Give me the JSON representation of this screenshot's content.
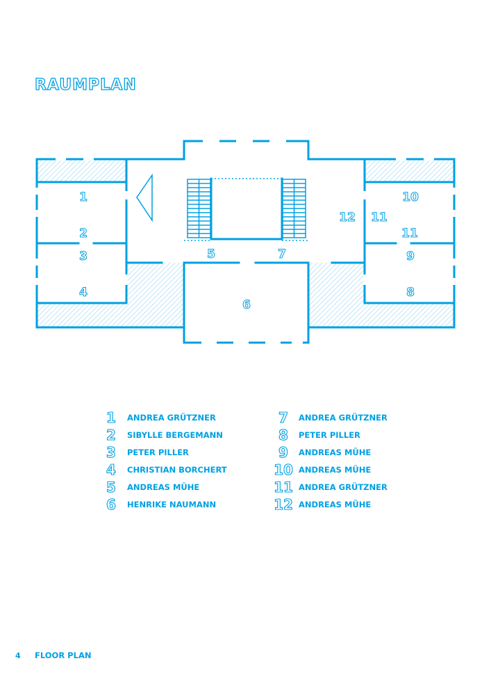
{
  "title": "RAUMPLAN",
  "colors": {
    "accent": "#00a0e3",
    "hatch": "#bfe6f7"
  },
  "plan": {
    "room_labels": [
      "1",
      "2",
      "3",
      "4",
      "5",
      "6",
      "7",
      "8",
      "9",
      "10",
      "11",
      "11",
      "12"
    ]
  },
  "legend": {
    "left": [
      {
        "num": "1",
        "name": "ANDREA GRÜTZNER"
      },
      {
        "num": "2",
        "name": "SIBYLLE BERGEMANN"
      },
      {
        "num": "3",
        "name": "PETER PILLER"
      },
      {
        "num": "4",
        "name": "CHRISTIAN BORCHERT"
      },
      {
        "num": "5",
        "name": "ANDREAS MÜHE"
      },
      {
        "num": "6",
        "name": "HENRIKE NAUMANN"
      }
    ],
    "right": [
      {
        "num": "7",
        "name": "ANDREA GRÜTZNER"
      },
      {
        "num": "8",
        "name": "PETER PILLER"
      },
      {
        "num": "9",
        "name": "ANDREAS MÜHE"
      },
      {
        "num": "10",
        "name": "ANDREAS MÜHE"
      },
      {
        "num": "11",
        "name": "ANDREA GRÜTZNER"
      },
      {
        "num": "12",
        "name": "ANDREAS MÜHE"
      }
    ]
  },
  "footer": {
    "page": "4",
    "label": "FLOOR PLAN"
  }
}
